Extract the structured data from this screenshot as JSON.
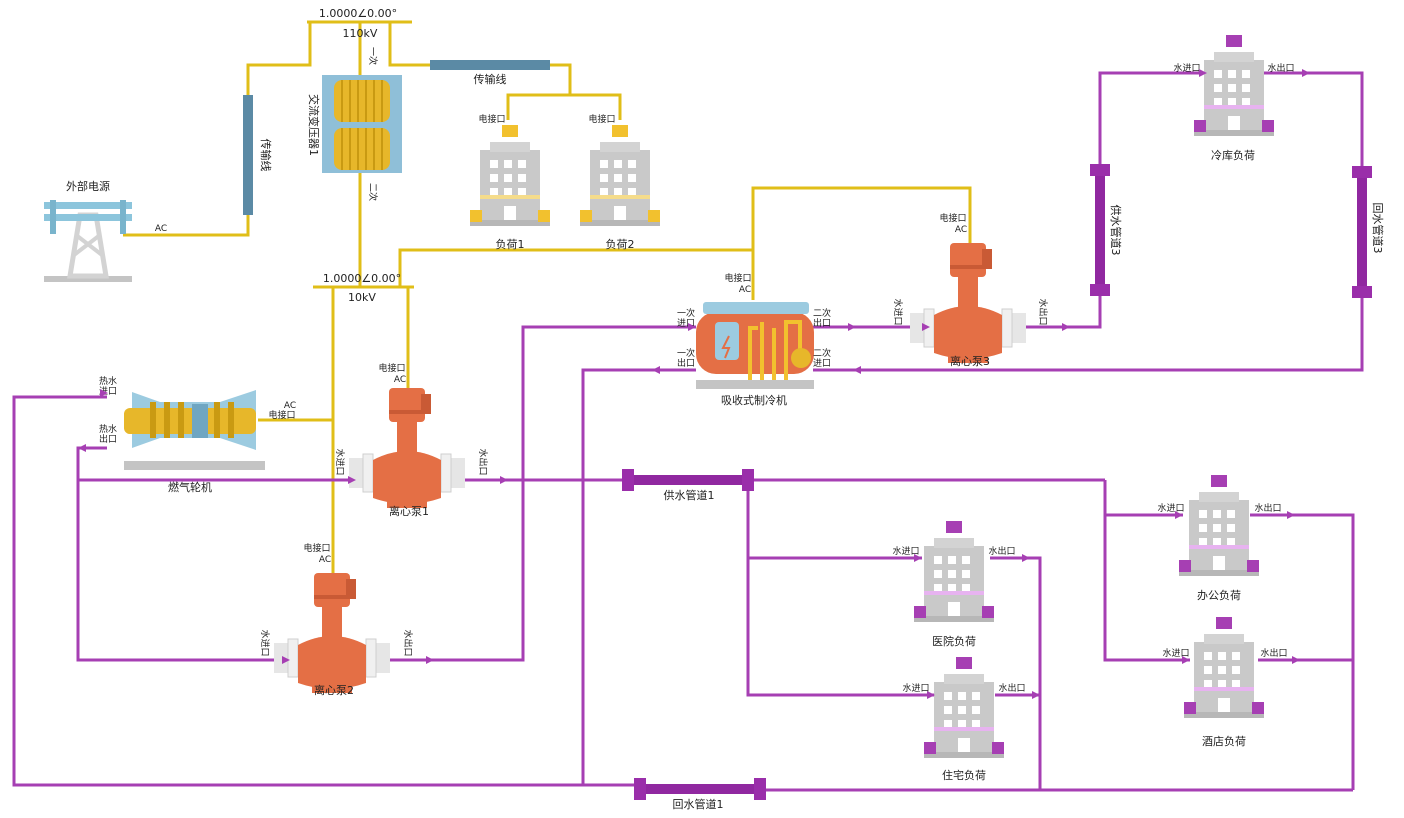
{
  "colors": {
    "electric": "#E0BE18",
    "water": "#A63FB3",
    "pump": "#E46F45",
    "building": "#C7C7C7",
    "line_blue": "#5B8AA5"
  },
  "buses": {
    "hv": {
      "value": "1.0000∠0.00°",
      "voltage": "110kV"
    },
    "lv": {
      "value": "1.0000∠0.00°",
      "voltage": "10kV"
    }
  },
  "lines": {
    "line_h": "传输线",
    "line_v": "传输线"
  },
  "transformer": {
    "name": "交流变压器1",
    "primary": "一次",
    "secondary": "二次"
  },
  "source": {
    "name": "外部电源",
    "ac": "AC"
  },
  "loads": {
    "load1": "负荷1",
    "load2": "负荷2",
    "port": "电接口"
  },
  "turbine": {
    "name": "燃气轮机",
    "hot_in": "热水\n进口",
    "hot_out": "热水\n出口",
    "ac": "AC",
    "port": "电接口"
  },
  "chiller": {
    "name": "吸收式制冷机",
    "p_in": "一次\n进口",
    "p_out": "一次\n出口",
    "s_in": "二次\n进口",
    "s_out": "二次\n出口",
    "port": "电接口",
    "ac": "AC"
  },
  "pumps": {
    "p1": {
      "name": "离心泵1",
      "in": "水进口",
      "out": "水出口",
      "port": "电接口",
      "ac": "AC"
    },
    "p2": {
      "name": "离心泵2",
      "in": "水进口",
      "out": "水出口",
      "port": "电接口",
      "ac": "AC"
    },
    "p3": {
      "name": "离心泵3",
      "in": "水进口",
      "out": "水出口",
      "port": "电接口",
      "ac": "AC"
    }
  },
  "pipes": {
    "supply1": "供水管道1",
    "return1": "回水管道1",
    "supply3": "供水管道3",
    "return3": "回水管道3"
  },
  "heat_loads": {
    "cold_storage": "冷库负荷",
    "office": "办公负荷",
    "hotel": "酒店负荷",
    "hospital": "医院负荷",
    "residential": "住宅负荷",
    "in": "水进口",
    "out": "水出口"
  }
}
